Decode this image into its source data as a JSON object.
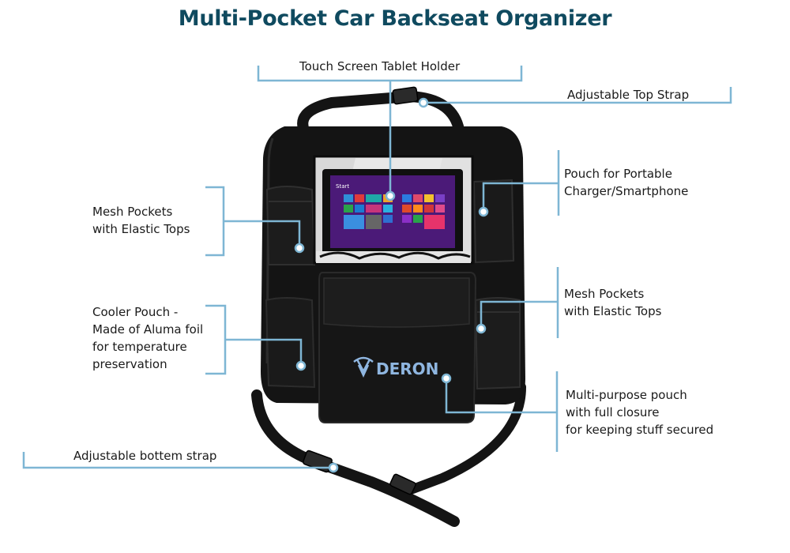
{
  "title": "Multi-Pocket Car Backseat Organizer",
  "colors": {
    "title": "#0f4a5f",
    "callout_line": "#7eb6d4",
    "organizer": "#141414",
    "logo": "#8fb6e0"
  },
  "brand_logo": "DERON",
  "callouts": {
    "tablet_holder": [
      "Touch Screen Tablet Holder"
    ],
    "top_strap": [
      "Adjustable Top Strap"
    ],
    "charger_pouch": [
      "Pouch for Portable",
      "Charger/Smartphone"
    ],
    "mesh_left": [
      "Mesh Pockets",
      "with Elastic Tops"
    ],
    "mesh_right": [
      "Mesh Pockets",
      "with Elastic Tops"
    ],
    "cooler_pouch": [
      "Cooler Pouch -",
      "Made of Aluma foil",
      "for temperature",
      "preservation"
    ],
    "multipurpose_pouch": [
      "Multi-purpose pouch",
      "with full closure",
      "for keeping stuff secured"
    ],
    "bottom_strap": [
      "Adjustable bottem strap"
    ]
  },
  "tablet_screen": {
    "start_text": "Start"
  }
}
